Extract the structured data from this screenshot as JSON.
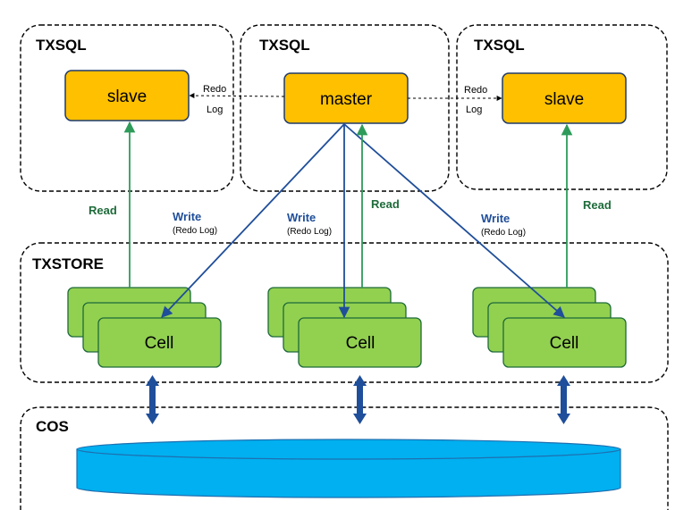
{
  "groups": {
    "txsql_left": "TXSQL",
    "txsql_center": "TXSQL",
    "txsql_right": "TXSQL",
    "txstore": "TXSTORE",
    "cos": "COS"
  },
  "nodes": {
    "slave_left": "slave",
    "master": "master",
    "slave_right": "slave",
    "cell_left": "Cell",
    "cell_center": "Cell",
    "cell_right": "Cell"
  },
  "edges": {
    "redo_left_1": "Redo",
    "redo_left_2": "Log",
    "redo_right_1": "Redo",
    "redo_right_2": "Log",
    "read_left": "Read",
    "read_center": "Read",
    "read_right": "Read",
    "write_left": "Write",
    "write_left_sub": "(Redo Log)",
    "write_center": "Write",
    "write_center_sub": "(Redo Log)",
    "write_right": "Write",
    "write_right_sub": "(Redo Log)"
  },
  "colors": {
    "node_fill": "#ffc000",
    "cell_fill": "#92d050",
    "write_arrow": "#1f4e9a",
    "read_arrow": "#2e9b5a",
    "storage_fill": "#00b0f0"
  }
}
